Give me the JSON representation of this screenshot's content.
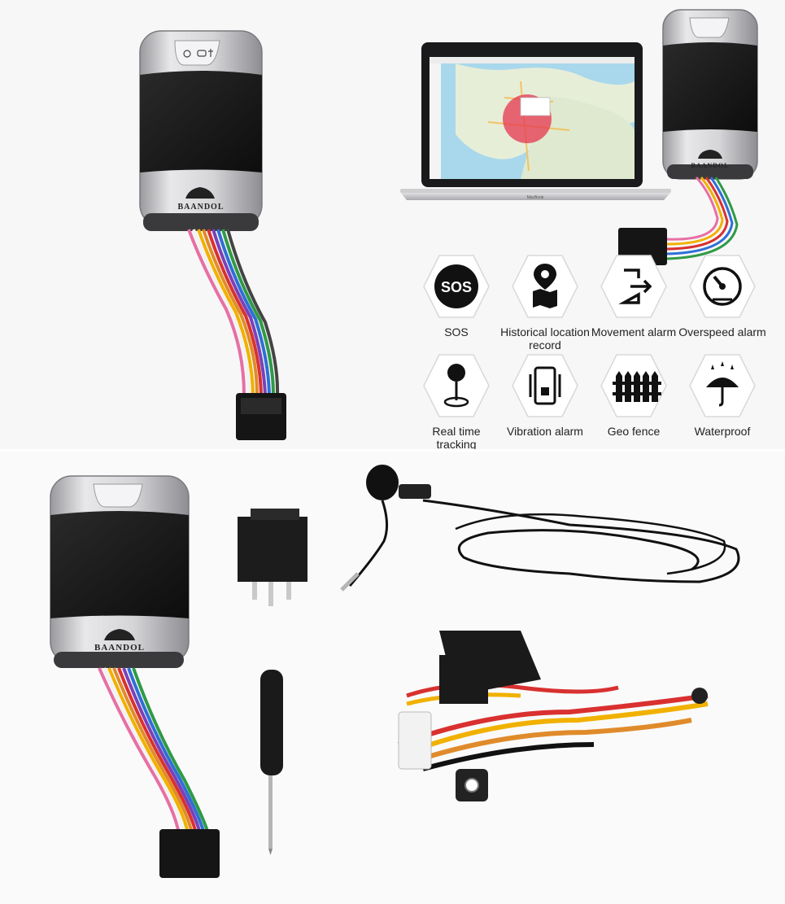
{
  "brand": {
    "top_device": "BAANDOL",
    "laptop_device": "BAANDOL",
    "bottom_device": "BAANDOL",
    "laptop_model": "MacBook"
  },
  "features": [
    {
      "label": "SOS",
      "icon": "sos-icon",
      "icon_text": "SOS"
    },
    {
      "label": "Historical location record",
      "icon": "map-pin-icon"
    },
    {
      "label": "Movement alarm",
      "icon": "movement-exit-icon"
    },
    {
      "label": "Overspeed alarm",
      "icon": "speedometer-icon"
    },
    {
      "label": "Real time tracking",
      "icon": "location-pin-icon"
    },
    {
      "label": "Vibration alarm",
      "icon": "vibration-icon"
    },
    {
      "label": "Geo fence",
      "icon": "fence-icon"
    },
    {
      "label": "Waterproof",
      "icon": "umbrella-icon"
    }
  ],
  "colors": {
    "device_black": "#1b1b1b",
    "device_silver": "#c9c9cc",
    "map_water": "#a9d8ec",
    "geofence_red": "#e5364f",
    "icon_dark": "#111111"
  }
}
